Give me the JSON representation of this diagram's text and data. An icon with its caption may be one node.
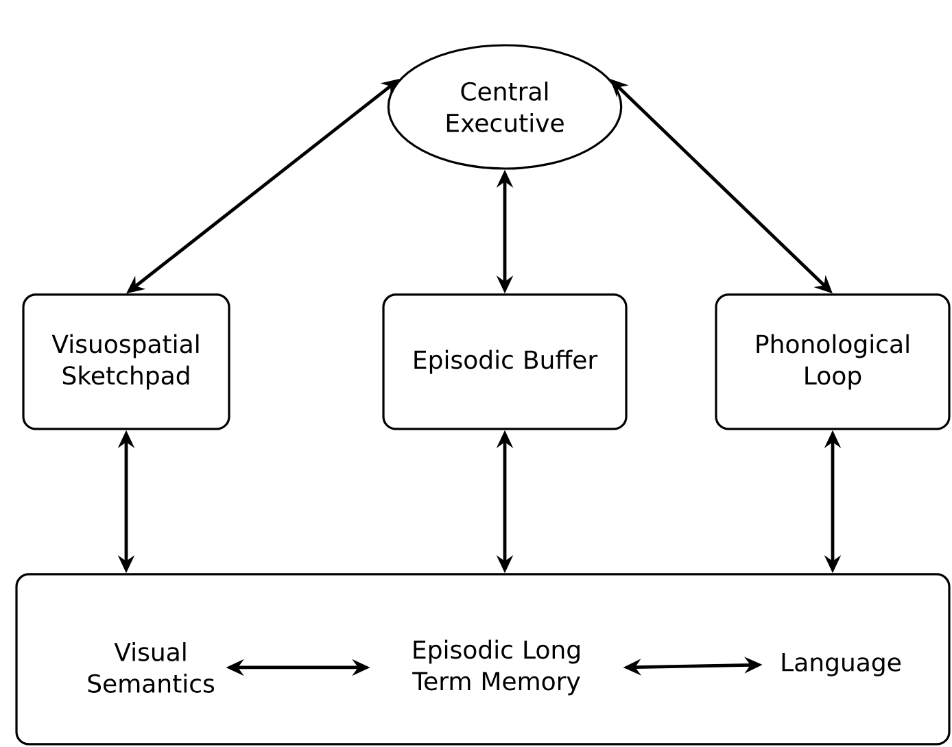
{
  "diagram": {
    "nodes": [
      {
        "text": [
          "Central Executive"
        ]
      },
      {
        "text": [
          "Visuospatial Sketchpad"
        ]
      },
      {
        "text": [
          "Episodic Buffer"
        ]
      },
      {
        "text": [
          "Phonological Loop"
        ]
      },
      {
        "text": [],
        "shape": "box"
      },
      {
        "text": [
          "Visual Semantics"
        ],
        "in": 4
      },
      {
        "text": [
          "Episodic Long Term Memory"
        ],
        "in": 4
      },
      {
        "text": [
          "Language"
        ],
        "in": 4
      }
    ],
    "edges": [
      {
        "from": 0,
        "to": 1,
        "arrow": "both"
      },
      {
        "from": 0,
        "to": 2,
        "arrow": "both"
      },
      {
        "from": 0,
        "to": 3,
        "arrow": "both"
      },
      {
        "from": 1,
        "to": 4,
        "arrow": "both"
      },
      {
        "from": 2,
        "to": 4,
        "arrow": "both"
      },
      {
        "from": 3,
        "to": 4,
        "arrow": "both"
      },
      {
        "from": 5,
        "to": 6,
        "arrow": "both"
      },
      {
        "from": 6,
        "to": 7,
        "arrow": "both"
      }
    ]
  }
}
